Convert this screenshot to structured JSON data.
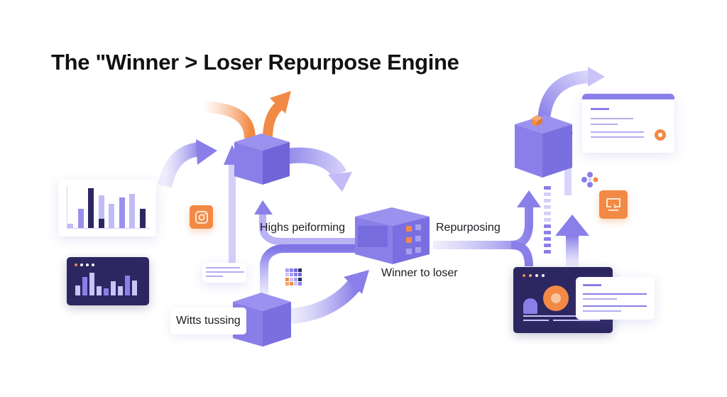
{
  "title": "The \"Winner > Loser Repurpose Engine",
  "labels": {
    "high_performing": "Highs peiforming",
    "repurposing": "Repurposing",
    "winner_to_loser": "Winner to loser",
    "witts_tussing": "Witts tussing"
  },
  "icons": {
    "instagram": "instagram-icon",
    "monitor": "monitor-icon",
    "sparkle": "sparkle-icon",
    "target": "target-icon"
  },
  "colors": {
    "purple": "#8a7fe8",
    "purple_light": "#c9c3f7",
    "navy": "#2c2760",
    "orange": "#f28a45",
    "text": "#111111"
  },
  "left_bar_chart": {
    "bars": [
      {
        "value": 0.1,
        "tone": "light"
      },
      {
        "value": 0.48,
        "tone": "mid"
      },
      {
        "value": 1.0,
        "tone": "dark"
      },
      {
        "value": 0.82,
        "tone": "light",
        "inner": 0.24
      },
      {
        "value": 0.6,
        "tone": "light"
      },
      {
        "value": 0.76,
        "tone": "mid"
      },
      {
        "value": 0.86,
        "tone": "light"
      },
      {
        "value": 0.48,
        "tone": "dark"
      }
    ]
  },
  "dark_bar_chart": {
    "dots": [
      "#f28a45",
      "#ffffff",
      "#ffffff",
      "#ffffff"
    ],
    "bars": [
      0.45,
      0.8,
      1.0,
      0.42,
      0.3,
      0.62,
      0.4,
      0.88,
      0.65
    ]
  },
  "stack_meter": {
    "segments": 11,
    "filled_top": 1,
    "light_middle": 5
  }
}
